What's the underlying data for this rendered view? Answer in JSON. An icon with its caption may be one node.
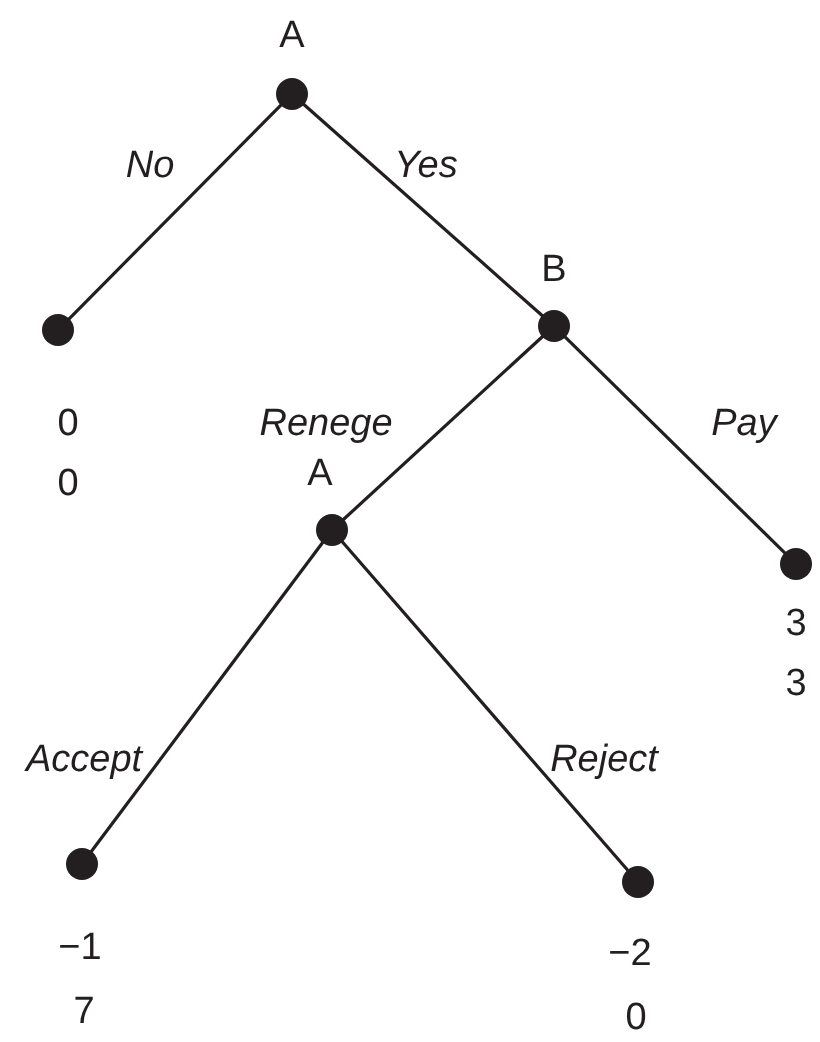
{
  "diagram": {
    "nodes": [
      {
        "text": [],
        "shape": "circle",
        "beside": [
          "A"
        ]
      },
      {
        "text": [],
        "shape": "circle",
        "beside": [
          "0",
          "0"
        ]
      },
      {
        "text": [],
        "shape": "circle",
        "beside": [
          "B"
        ]
      },
      {
        "text": [],
        "shape": "circle",
        "beside": [
          "A"
        ]
      },
      {
        "text": [],
        "shape": "circle",
        "beside": [
          "3",
          "3"
        ]
      },
      {
        "text": [],
        "shape": "circle",
        "beside": [
          "−1",
          "7"
        ]
      },
      {
        "text": [],
        "shape": "circle",
        "beside": [
          "−2",
          "0"
        ]
      }
    ],
    "edges": [
      {
        "from": 0,
        "to": 1,
        "arrow": "none",
        "label": "No"
      },
      {
        "from": 0,
        "to": 2,
        "arrow": "none",
        "label": "Yes"
      },
      {
        "from": 2,
        "to": 3,
        "arrow": "none",
        "label": "Renege"
      },
      {
        "from": 2,
        "to": 4,
        "arrow": "none",
        "label": "Pay"
      },
      {
        "from": 3,
        "to": 5,
        "arrow": "none",
        "label": "Accept"
      },
      {
        "from": 3,
        "to": 6,
        "arrow": "none",
        "label": "Reject"
      }
    ]
  }
}
